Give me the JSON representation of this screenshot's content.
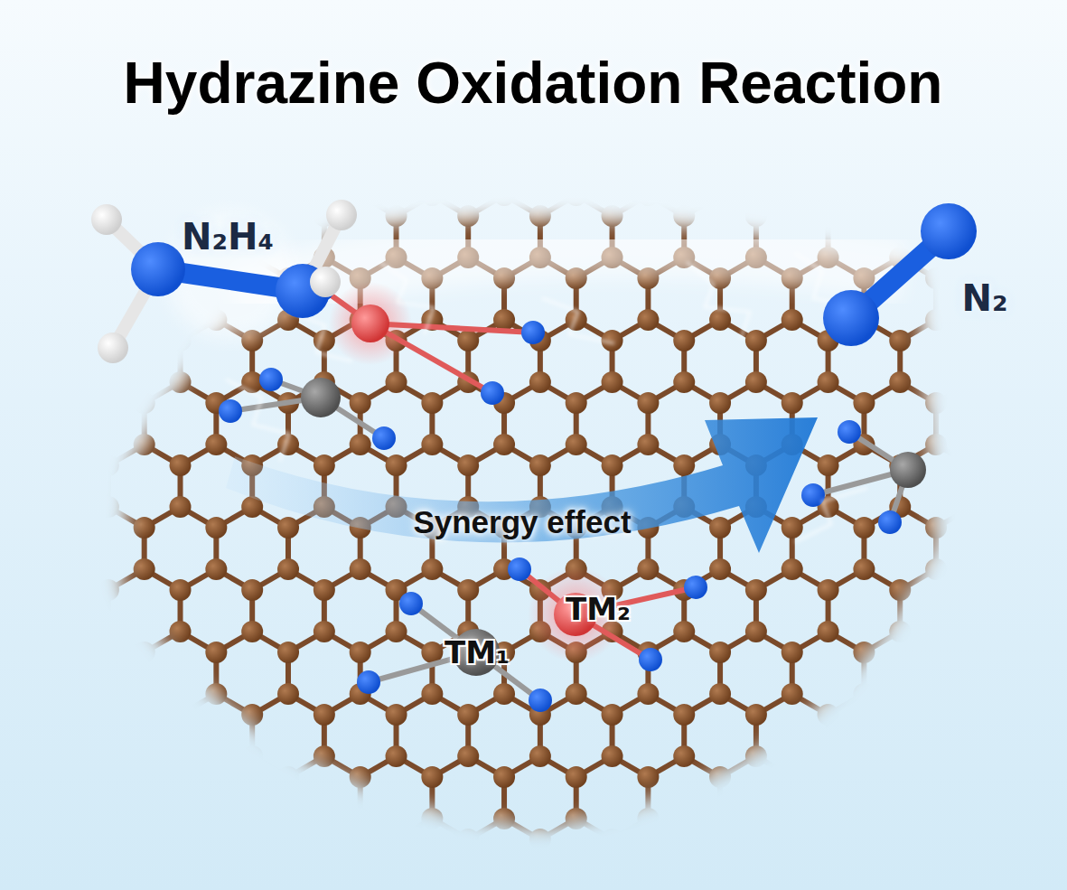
{
  "diagram": {
    "title": "Hydrazine Oxidation Reaction",
    "labels": [
      "N₂H₄",
      "N₂",
      "Synergy effect",
      "TM₁",
      "TM₂"
    ]
  }
}
